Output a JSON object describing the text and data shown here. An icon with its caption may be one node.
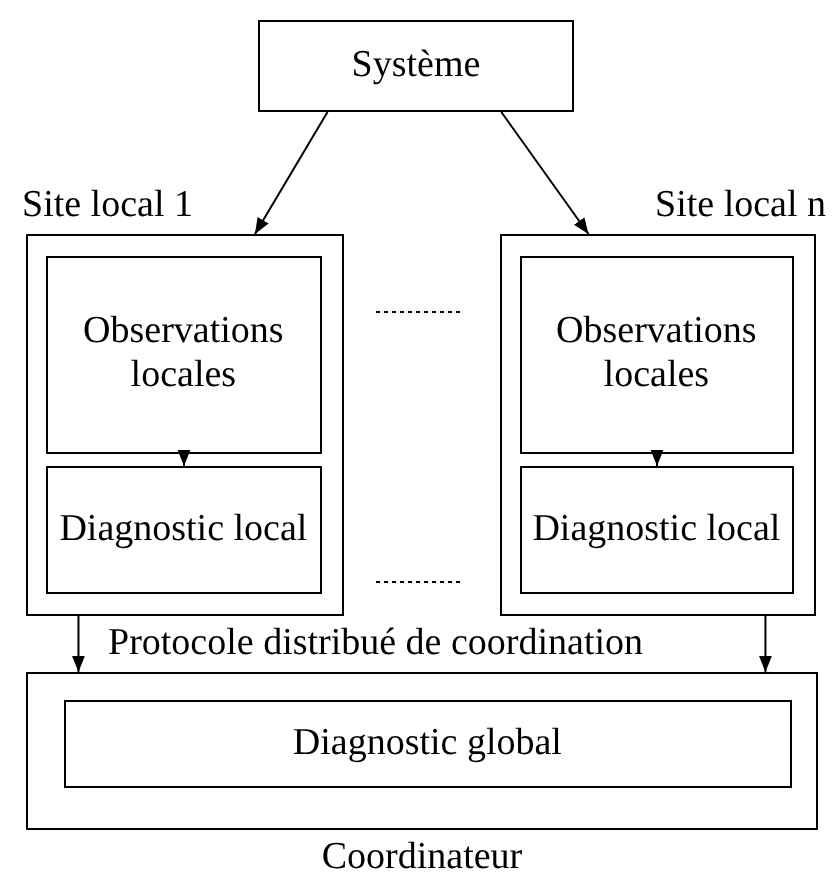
{
  "diagram": {
    "nodes": [
      {
        "text": [
          "Système"
        ]
      },
      {
        "text": [
          "Site local 1"
        ]
      },
      {
        "text": [
          "Observations locales"
        ],
        "in": 1
      },
      {
        "text": [
          "Diagnostic local"
        ],
        "in": 1
      },
      {
        "text": [
          "Site local n"
        ]
      },
      {
        "text": [
          "Observations locales"
        ],
        "in": 4
      },
      {
        "text": [
          "Diagnostic local"
        ],
        "in": 4
      },
      {
        "text": [
          "Coordinateur"
        ]
      },
      {
        "text": [
          "Diagnostic global"
        ],
        "in": 7
      }
    ],
    "edges": [
      {
        "from": 0,
        "to": 1,
        "arrow": "to"
      },
      {
        "from": 0,
        "to": 4,
        "arrow": "to"
      },
      {
        "from": 2,
        "to": 3,
        "arrow": "to"
      },
      {
        "from": 5,
        "to": 6,
        "arrow": "to"
      },
      {
        "from": 1,
        "to": 7,
        "arrow": "to"
      },
      {
        "from": 4,
        "to": 7,
        "arrow": "to"
      }
    ],
    "labels": [
      "Protocole distribué de coordination"
    ]
  }
}
